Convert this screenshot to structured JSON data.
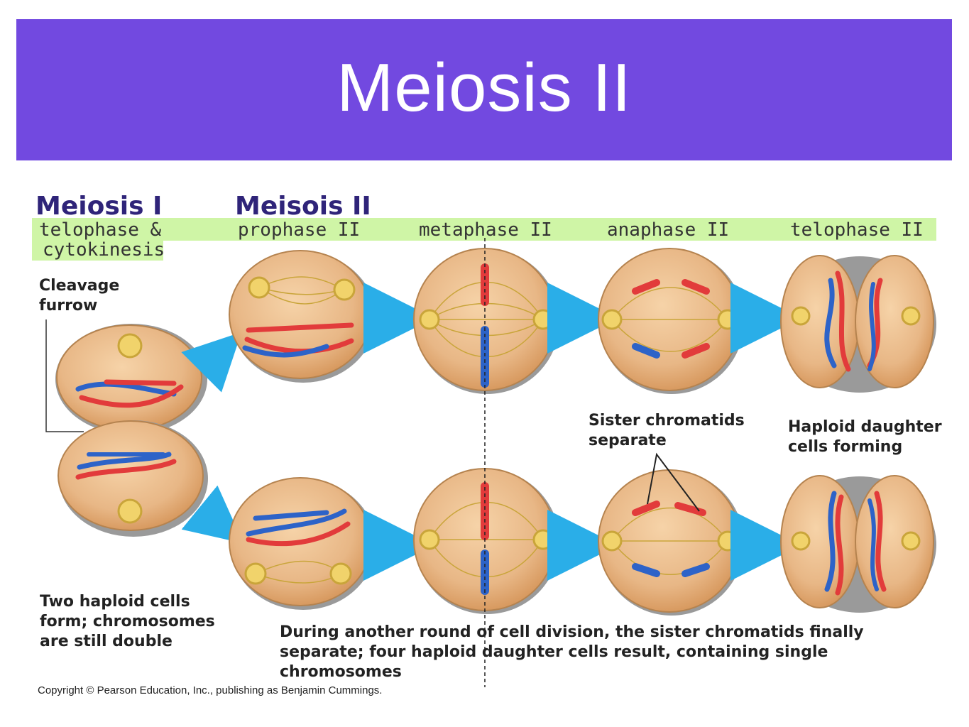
{
  "title": "Meiosis II",
  "headings": {
    "meiosis_i": "Meiosis I",
    "meiosis_ii": "Meisois II"
  },
  "stages": {
    "telophase_line1": "telophase &",
    "telophase_line2": "cytokinesis",
    "prophase": "prophase II",
    "metaphase": "metaphase II",
    "anaphase": "anaphase II",
    "telophase2": "telophase II"
  },
  "labels": {
    "cleavage_line1": "Cleavage",
    "cleavage_line2": "furrow",
    "sister_line1": "Sister chromatids",
    "sister_line2": "separate",
    "haploid_line1": "Haploid daughter",
    "haploid_line2": "cells forming",
    "two_haploid_line1": "Two haploid cells",
    "two_haploid_line2": "form; chromosomes",
    "two_haploid_line3": "are still double",
    "caption_line1": "During another round of cell division, the sister chromatids finally",
    "caption_line2": "separate; four haploid daughter cells result, containing single",
    "caption_line3": "chromosomes"
  },
  "copyright": "Copyright © Pearson Education, Inc., publishing as Benjamin Cummings.",
  "colors": {
    "banner": "#7249e0",
    "stage_bar": "#cff5a6",
    "heading": "#2f2479",
    "cell_fill": "#e8b786",
    "chromatid_red": "#e23b3b",
    "chromatid_blue": "#2d63c8",
    "arrow": "#2aaee8",
    "spindle": "#c9a53a"
  }
}
